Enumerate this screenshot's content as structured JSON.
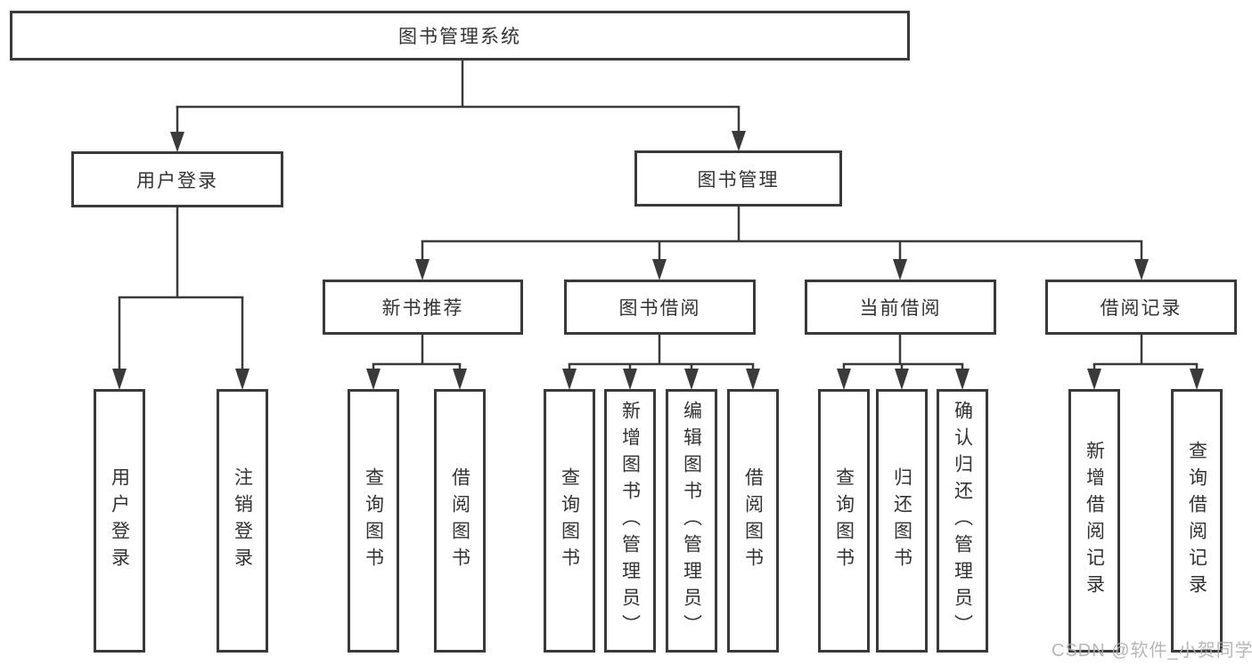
{
  "diagram": {
    "root": {
      "label": "图书管理系统"
    },
    "branches": [
      {
        "label": "用户登录",
        "children": [
          {
            "label": "用户登录"
          },
          {
            "label": "注销登录"
          }
        ]
      },
      {
        "label": "图书管理",
        "sections": [
          {
            "label": "新书推荐",
            "children": [
              {
                "label": "查询图书"
              },
              {
                "label": "借阅图书"
              }
            ]
          },
          {
            "label": "图书借阅",
            "children": [
              {
                "label": "查询图书"
              },
              {
                "label": "新增图书（管理员）"
              },
              {
                "label": "编辑图书（管理员）"
              },
              {
                "label": "借阅图书"
              }
            ]
          },
          {
            "label": "当前借阅",
            "children": [
              {
                "label": "查询图书"
              },
              {
                "label": "归还图书"
              },
              {
                "label": "确认归还（管理员）"
              }
            ]
          },
          {
            "label": "借阅记录",
            "children": [
              {
                "label": "新增借阅记录"
              },
              {
                "label": "查询借阅记录"
              }
            ]
          }
        ]
      }
    ]
  },
  "watermark": {
    "text": "CSDN @软件_小贺同学"
  },
  "colors": {
    "line": "#3a3a3a",
    "text": "#333333",
    "watermark": "#afafaf"
  }
}
